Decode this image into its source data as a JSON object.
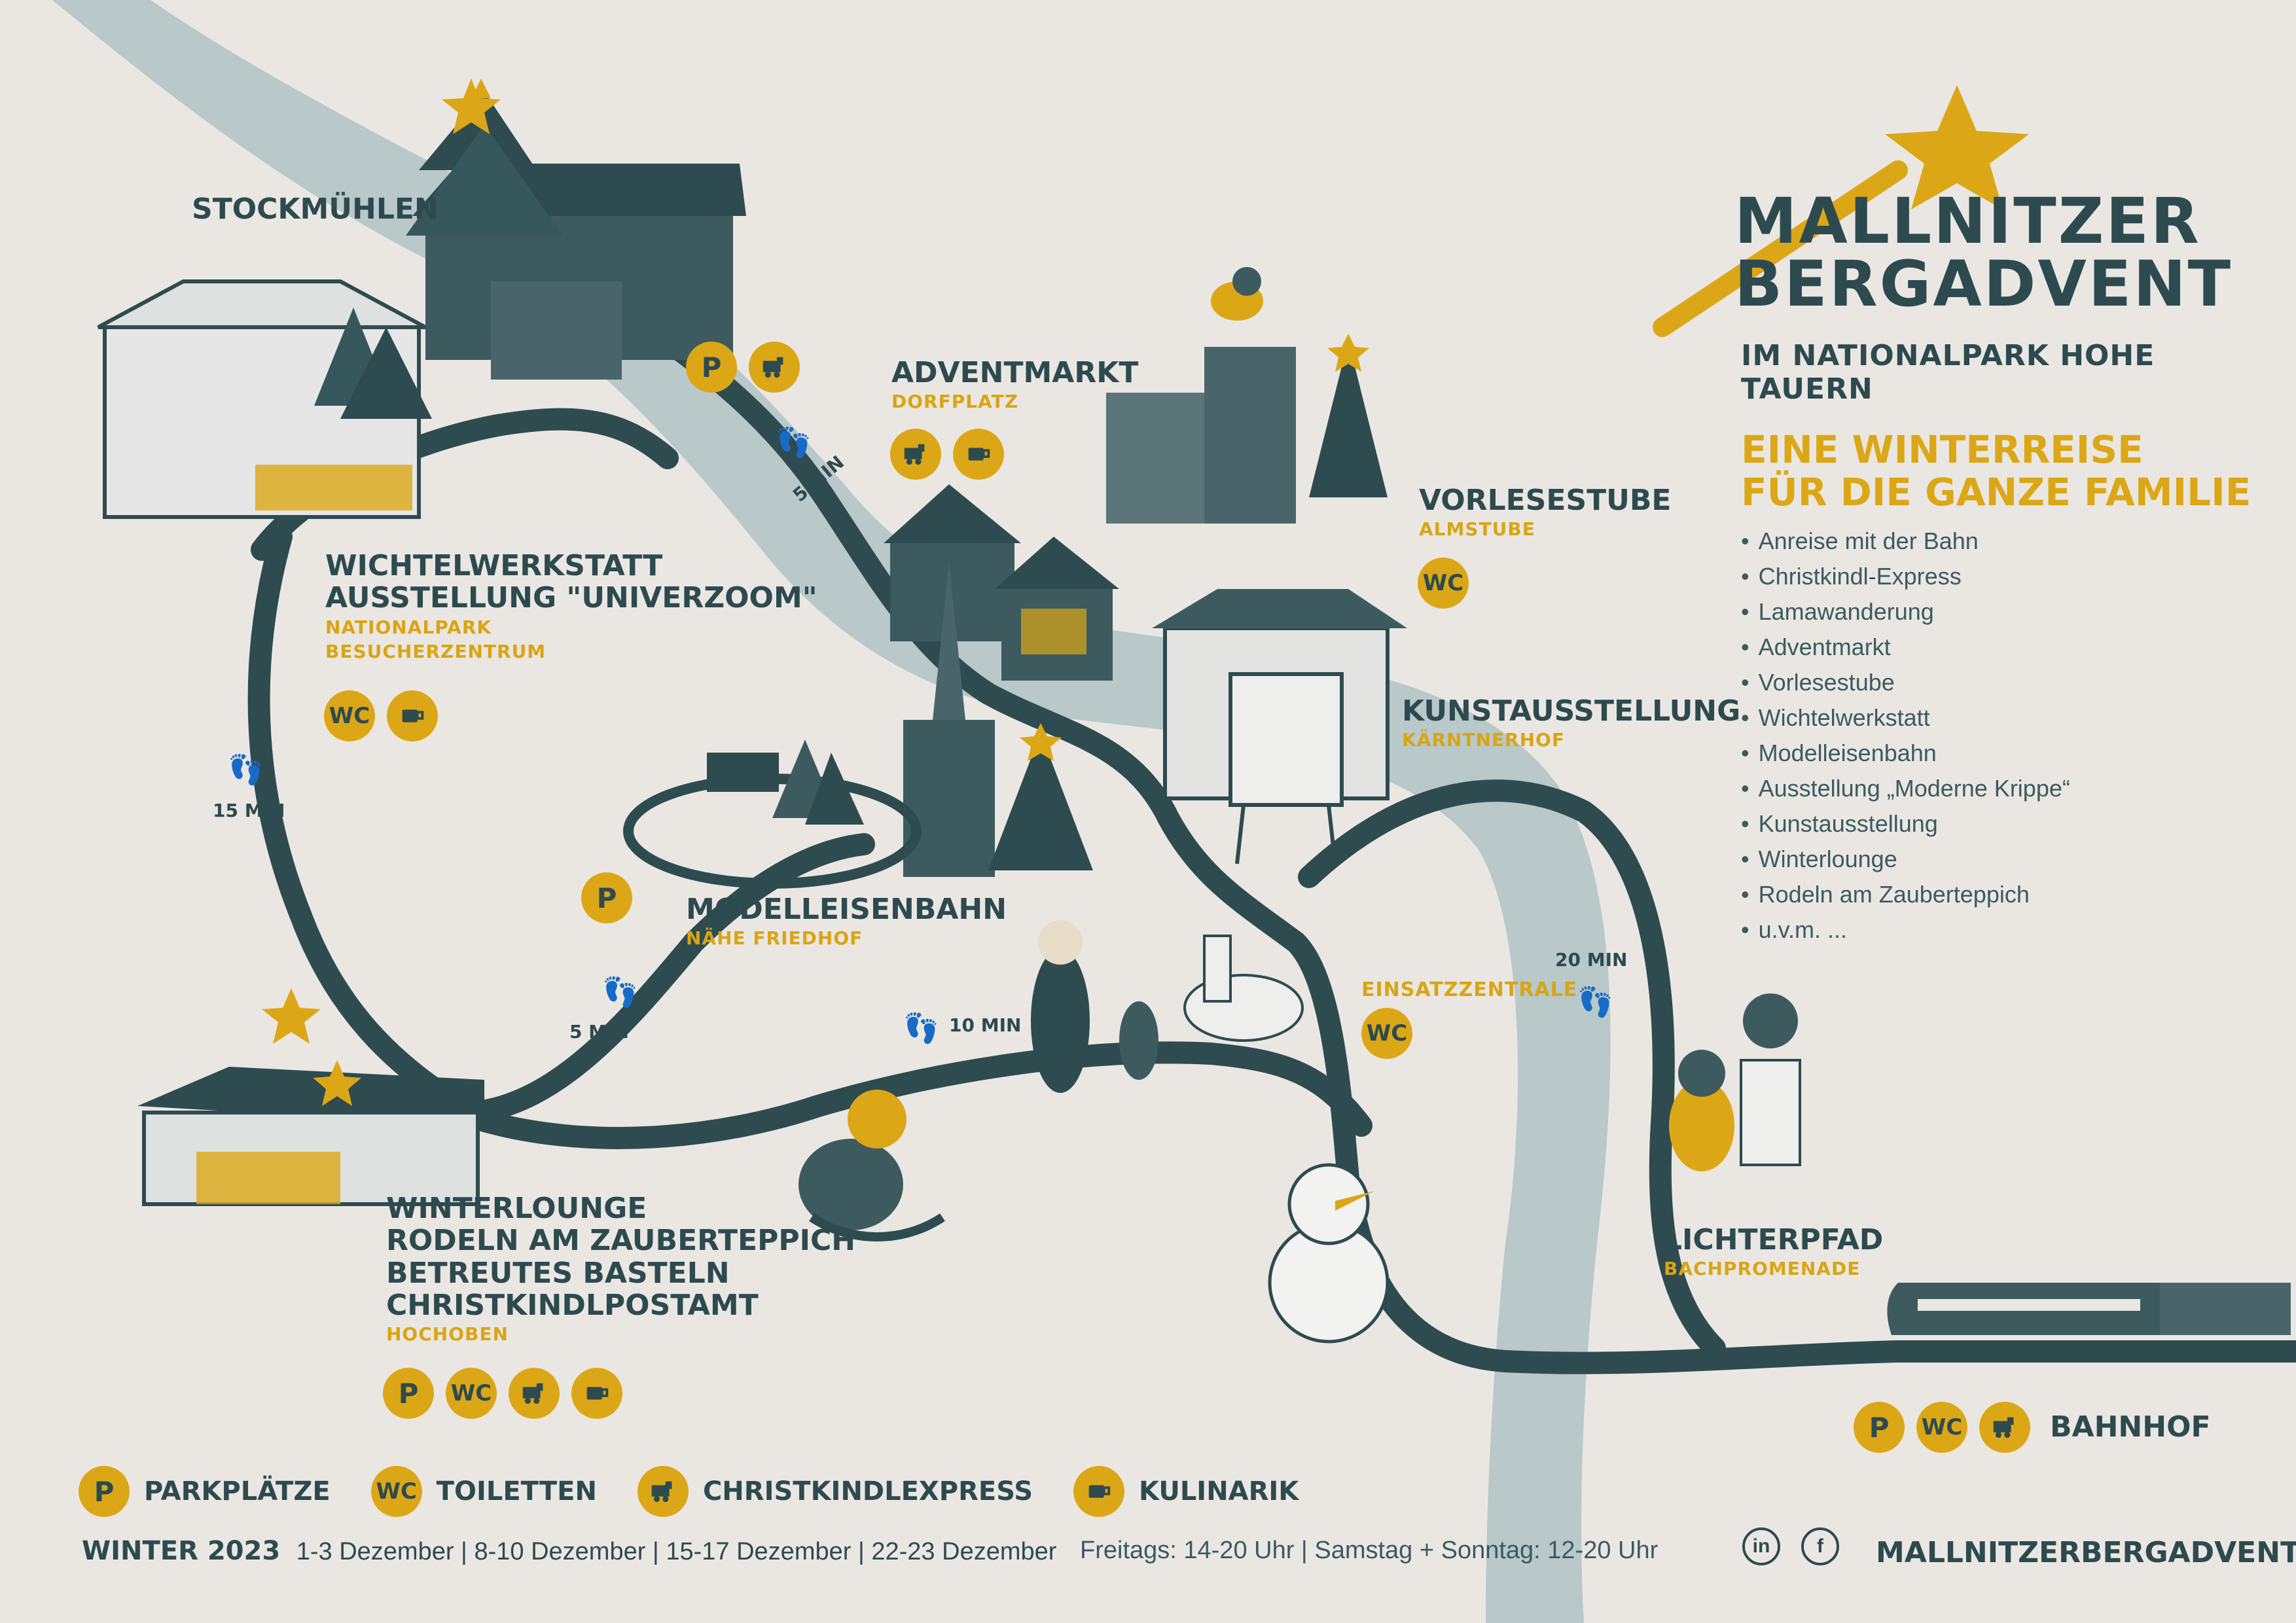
{
  "brand": {
    "line1": "MALLNITZER",
    "line2": "BERGADVENT",
    "subtitle": "IM NATIONALPARK HOHE TAUERN"
  },
  "tagline": {
    "line1": "EINE WINTERREISE",
    "line2": "FÜR DIE GANZE  FAMILIE"
  },
  "highlights": [
    "Anreise mit der Bahn",
    "Christkindl-Express",
    "Lamawanderung",
    "Adventmarkt",
    "Vorlesestube",
    "Wichtelwerkstatt",
    "Modelleisenbahn",
    "Ausstellung „Moderne Krippe“",
    "Kunstausstellung",
    "Winterlounge",
    "Rodeln am Zauberteppich",
    "u.v.m. ..."
  ],
  "places": {
    "stockmuehlen": {
      "name": "STOCKMÜHLEN"
    },
    "adventmarkt": {
      "name": "ADVENTMARKT",
      "sub": "DORFPLATZ"
    },
    "vorlesestube": {
      "name": "VORLESESTUBE",
      "sub": "ALMSTUBE"
    },
    "wichtel": {
      "line1": "WICHTELWERKSTATT",
      "line2": "AUSSTELLUNG \"UNIVERZOOM\"",
      "sub1": "NATIONALPARK",
      "sub2": "BESUCHERZENTRUM"
    },
    "kunst": {
      "name": "KUNSTAUSSTELLUNG",
      "sub": "KÄRNTNERHOF"
    },
    "modell": {
      "name": "MODELLEISENBAHN",
      "sub": "NÄHE FRIEDHOF"
    },
    "einsatz": {
      "name": "EINSATZZENTRALE"
    },
    "lichterpfad": {
      "name": "LICHTERPFAD",
      "sub": "BACHPROMENADE"
    },
    "winterlounge": {
      "line1": "WINTERLOUNGE",
      "line2": "RODELN AM ZAUBERTEPPICH",
      "line3": "BETREUTES BASTELN",
      "line4": "CHRISTKINDLPOSTAMT",
      "sub": "HOCHOBEN"
    },
    "bahnhof": {
      "name": "BAHNHOF"
    }
  },
  "times": {
    "t1": "5 MIN",
    "t2": "15 MIN",
    "t3": "5 MIN",
    "t4": "10 MIN",
    "t5": "20 MIN"
  },
  "icon_labels": {
    "parking": "P",
    "wc": "WC"
  },
  "legend": {
    "parking": "PARKPLÄTZE",
    "wc": "TOILETTEN",
    "express": "CHRISTKINDLEXPRESS",
    "food": "KULINARIK"
  },
  "footer": {
    "season": "WINTER 2023",
    "dates": "1-3 Dezember | 8-10 Dezember | 15-17 Dezember | 22-23 Dezember",
    "hours": "Freitags: 14-20 Uhr | Samstag + Sonntag: 12-20 Uhr",
    "url": "MALLNITZERBERGADVENT.AT",
    "social_in": "in",
    "social_f": "f"
  },
  "colors": {
    "accent": "#dca716",
    "dark": "#2d4a4f",
    "river": "#b9c8c9",
    "background": "#eae7e2"
  },
  "icons": [
    "parking-icon",
    "wc-icon",
    "train-icon",
    "cup-icon",
    "star-icon",
    "footprints-icon",
    "linkedin-icon",
    "facebook-icon"
  ]
}
